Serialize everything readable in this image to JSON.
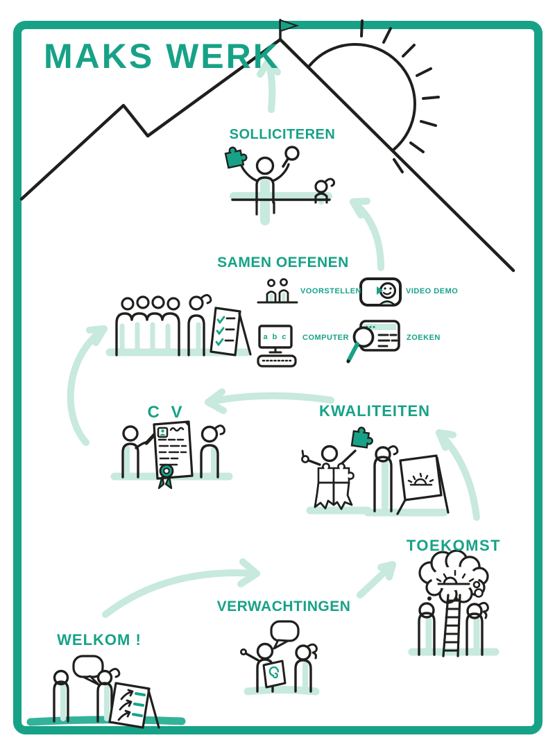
{
  "poster": {
    "title": "MAKS WERK",
    "stages": [
      {
        "id": "welkom",
        "label": "WELKOM !"
      },
      {
        "id": "verwachtingen",
        "label": "VERWACHTINGEN"
      },
      {
        "id": "toekomst",
        "label": "TOEKOMST"
      },
      {
        "id": "kwaliteiten",
        "label": "KWALITEITEN"
      },
      {
        "id": "cv",
        "label": "C V"
      },
      {
        "id": "samen-oefenen",
        "label": "SAMEN OEFENEN"
      },
      {
        "id": "solliciteren",
        "label": "SOLLICITEREN"
      }
    ],
    "activities": [
      {
        "id": "voorstellen",
        "label": "VOORSTELLEN"
      },
      {
        "id": "video-demo",
        "label": "VIDEO DEMO"
      },
      {
        "id": "computer",
        "label": "COMPUTER"
      },
      {
        "id": "zoeken",
        "label": "ZOEKEN"
      }
    ],
    "computer_screen_text": "a b c",
    "colors": {
      "accent": "#17a287",
      "arrow_light": "#c7e9de",
      "ink": "#1f1f1d",
      "welkom_floor": "#33b29a"
    }
  }
}
